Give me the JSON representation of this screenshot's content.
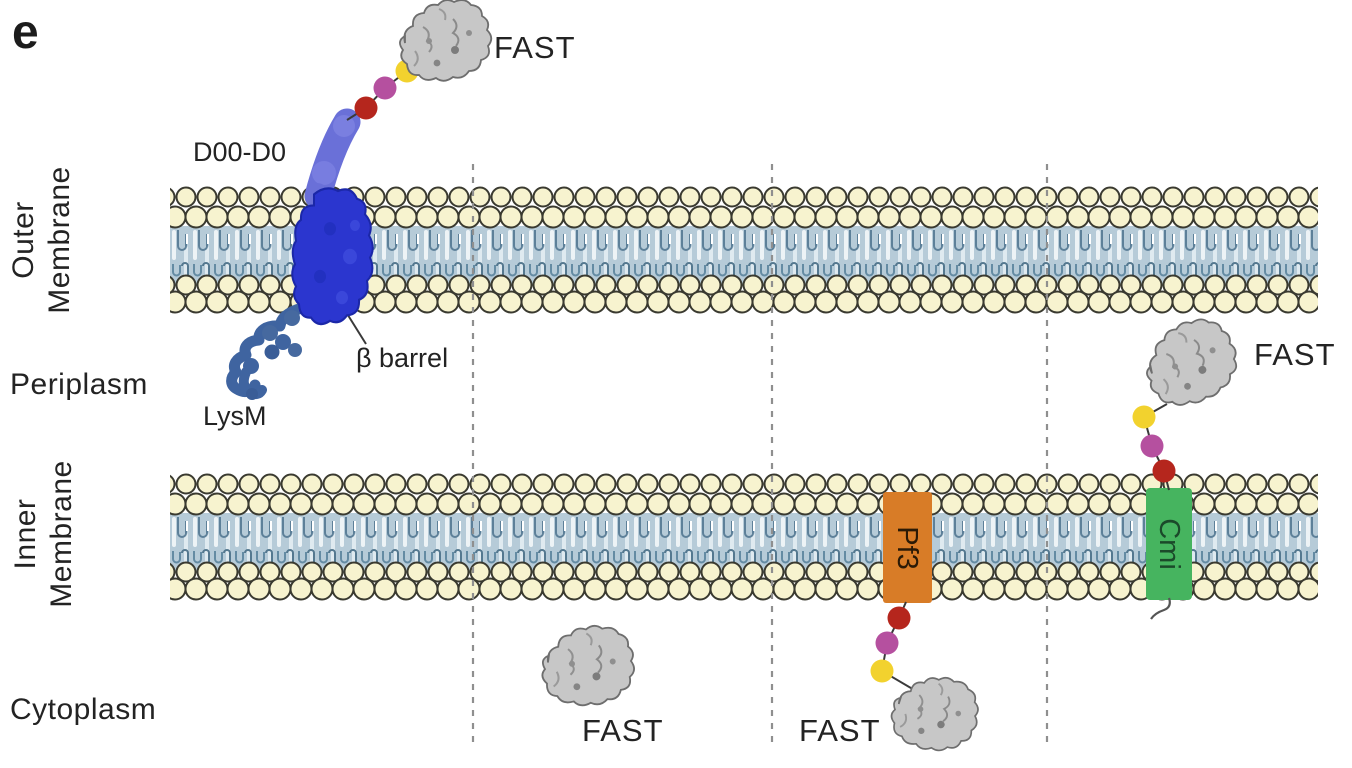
{
  "panel_label": "e",
  "compartments": {
    "outer_membrane": "Outer\nMembrane",
    "periplasm": "Periplasm",
    "inner_membrane": "Inner\nMembrane",
    "cytoplasm": "Cytoplasm"
  },
  "display_anchor": {
    "d00_d0": "D00-D0",
    "beta_barrel": "β barrel",
    "lysm": "LysM"
  },
  "fast_labels": {
    "top": "FAST",
    "cytoplasm": "FAST",
    "pf3": "FAST",
    "cmi": "FAST"
  },
  "membrane_proteins": {
    "pf3": "Pf3",
    "cmi": "Cmi"
  },
  "linker": {
    "bead_order_from_membrane": [
      "red",
      "purple",
      "yellow"
    ]
  },
  "colors": {
    "lipid_head": "#f7f3cf",
    "lipid_head_outline": "#3a3a30",
    "lipid_tail_zone": "#b6cbd8",
    "lipid_tail_stroke": "#5d8099",
    "intimin_d00_d0": "#6a70d8",
    "intimin_beta_barrel": "#2b36cf",
    "intimin_lysm": "#3f64a0",
    "pf3_fill": "#d87c27",
    "cmi_fill": "#46b45f",
    "fast_fill": "#c7c7c7",
    "bead_red": "#b5261d",
    "bead_purple": "#b5509f",
    "bead_yellow": "#f2d22e",
    "divider_dash": "#8f8f8f"
  }
}
